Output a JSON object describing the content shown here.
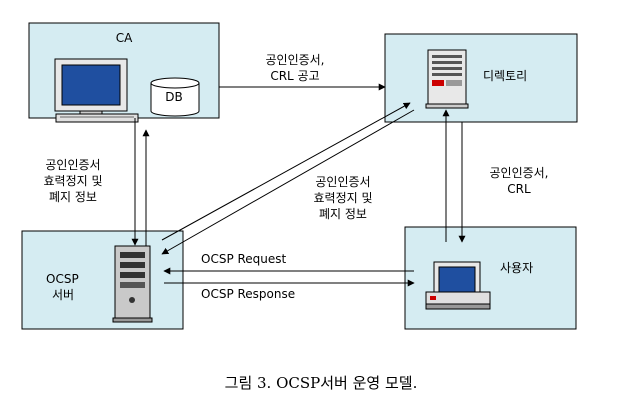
{
  "boxes": {
    "ca": {
      "label": "CA",
      "db_label": "DB"
    },
    "directory": {
      "label": "디렉토리"
    },
    "ocsp": {
      "label_line1": "OCSP",
      "label_line2": "서버"
    },
    "user": {
      "label": "사용자"
    }
  },
  "edges": {
    "ca_to_directory": {
      "line1": "공인인증서,",
      "line2": "CRL 공고"
    },
    "ca_to_ocsp": {
      "line1": "공인인증서",
      "line2": "효력정지 및",
      "line3": "폐지 정보"
    },
    "ocsp_directory": {
      "line1": "공인인증서",
      "line2": "효력정지 및",
      "line3": "폐지 정보"
    },
    "directory_user": {
      "line1": "공인인증서,",
      "line2": "CRL"
    },
    "ocsp_request": {
      "label": "OCSP Request"
    },
    "ocsp_response": {
      "label": "OCSP Response"
    }
  },
  "caption": "그림 3. OCSP서버 운영 모델.",
  "colors": {
    "box_fill": "#d5ecf2",
    "line": "#000000"
  }
}
